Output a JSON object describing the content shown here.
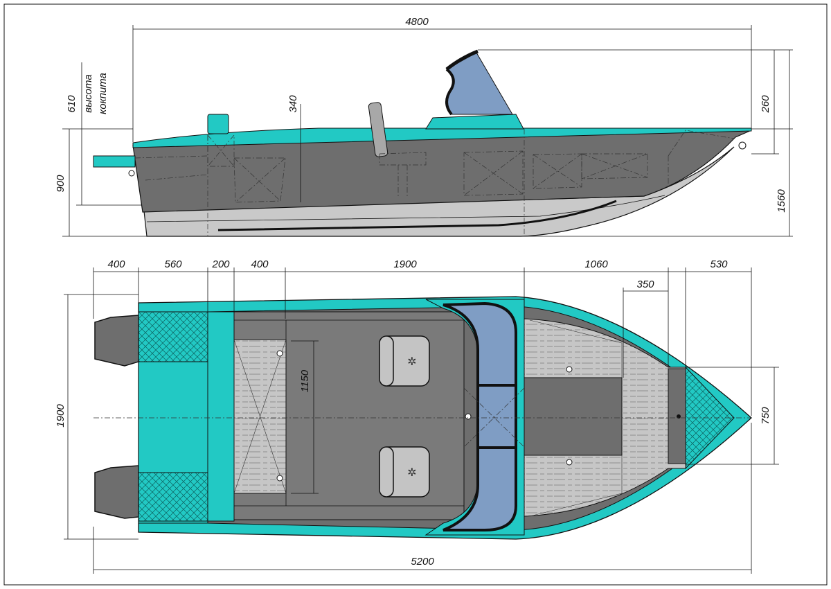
{
  "colors": {
    "teal": "#22c9c4",
    "hull_dark": "#6e6e6e",
    "hull_light": "#c9c9c9",
    "windshield": "#7f9dc4",
    "deck": "#c4c4c4"
  },
  "side_view": {
    "overall_length": "4800",
    "cockpit_height_value": "610",
    "cockpit_height_label_1": "высота",
    "cockpit_height_label_2": "кокпита",
    "freeboard_inner": "340",
    "windshield_height": "260",
    "stern_height": "900",
    "total_height": "1560"
  },
  "top_view": {
    "segments": [
      "400",
      "560",
      "200",
      "400",
      "1900",
      "1060",
      "530"
    ],
    "bow_offset": "350",
    "cockpit_width": "1150",
    "beam": "1900",
    "bow_locker_width": "750",
    "overall_length": "5200"
  }
}
